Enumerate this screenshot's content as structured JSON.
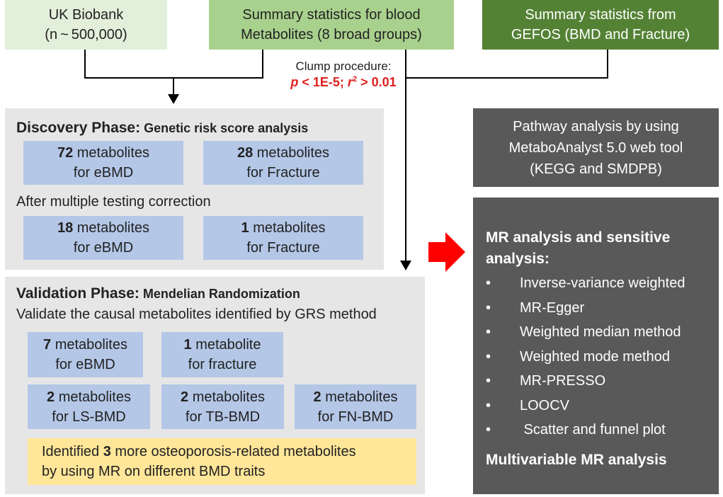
{
  "sources": {
    "uk_biobank": {
      "line1": "UK Biobank",
      "line2": "(n ~ 500,000)"
    },
    "blood_metabolites": {
      "line1": "Summary statistics for blood",
      "line2": "Metabolites (8 broad groups)"
    },
    "gefos": {
      "line1": "Summary statistics from",
      "line2": "GEFOS (BMD and Fracture)"
    }
  },
  "clump": {
    "label": "Clump procedure:",
    "p": "p",
    "p_rest": " < 1E-5; ",
    "r": "r",
    "r_sup": "2",
    "r_rest": " > 0.01"
  },
  "discovery": {
    "title": "Discovery Phase:",
    "subtitle": " Genetic risk score analysis",
    "top_boxes": [
      {
        "count": "72",
        "word": " metabolites",
        "target": "for eBMD"
      },
      {
        "count": "28",
        "word": " metabolites",
        "target": "for Fracture"
      }
    ],
    "correction_text": "After multiple testing correction",
    "bottom_boxes": [
      {
        "count": "18",
        "word": " metabolites",
        "target": "for eBMD"
      },
      {
        "count": "1",
        "word": " metabolites",
        "target": "for Fracture"
      }
    ]
  },
  "validation": {
    "title": "Validation Phase:",
    "subtitle": " Mendelian Randomization",
    "description": "Validate the causal metabolites identified by GRS method",
    "row1": [
      {
        "count": "7",
        "word": " metabolites",
        "target": "for eBMD"
      },
      {
        "count": "1",
        "word": " metabolite",
        "target": "for fracture"
      }
    ],
    "row2": [
      {
        "count": "2",
        "word": " metabolites",
        "target": "for LS-BMD"
      },
      {
        "count": "2",
        "word": " metabolites",
        "target": "for TB-BMD"
      },
      {
        "count": "2",
        "word": " metabolites",
        "target": "for FN-BMD"
      }
    ],
    "identified": {
      "pre": "Identified ",
      "count": "3",
      "post": " more osteoporosis-related metabolites",
      "line2": "by using MR on different BMD traits"
    }
  },
  "pathway": {
    "line1": "Pathway analysis by using",
    "line2": "MetaboAnalyst 5.0 web tool",
    "line3": "(KEGG and SMDPB)"
  },
  "mr_analysis": {
    "title_line1": "MR analysis and sensitive",
    "title_line2": "analysis:",
    "bullet_char": "•",
    "items": [
      "Inverse-variance weighted",
      "MR-Egger",
      "Weighted median method",
      "Weighted mode method",
      "MR-PRESSO",
      "LOOCV",
      " Scatter and funnel plot"
    ],
    "footer": "Multivariable MR analysis"
  },
  "colors": {
    "light_green": "#e2efda",
    "mid_green": "#a9d18e",
    "dark_green": "#548235",
    "panel_gray": "#e7e6e6",
    "dark_gray": "#595959",
    "metabolite_blue": "#b4c7e7",
    "highlight_yellow": "#ffe699",
    "arrow_red": "#ff0000",
    "clump_red": "#e02020"
  }
}
